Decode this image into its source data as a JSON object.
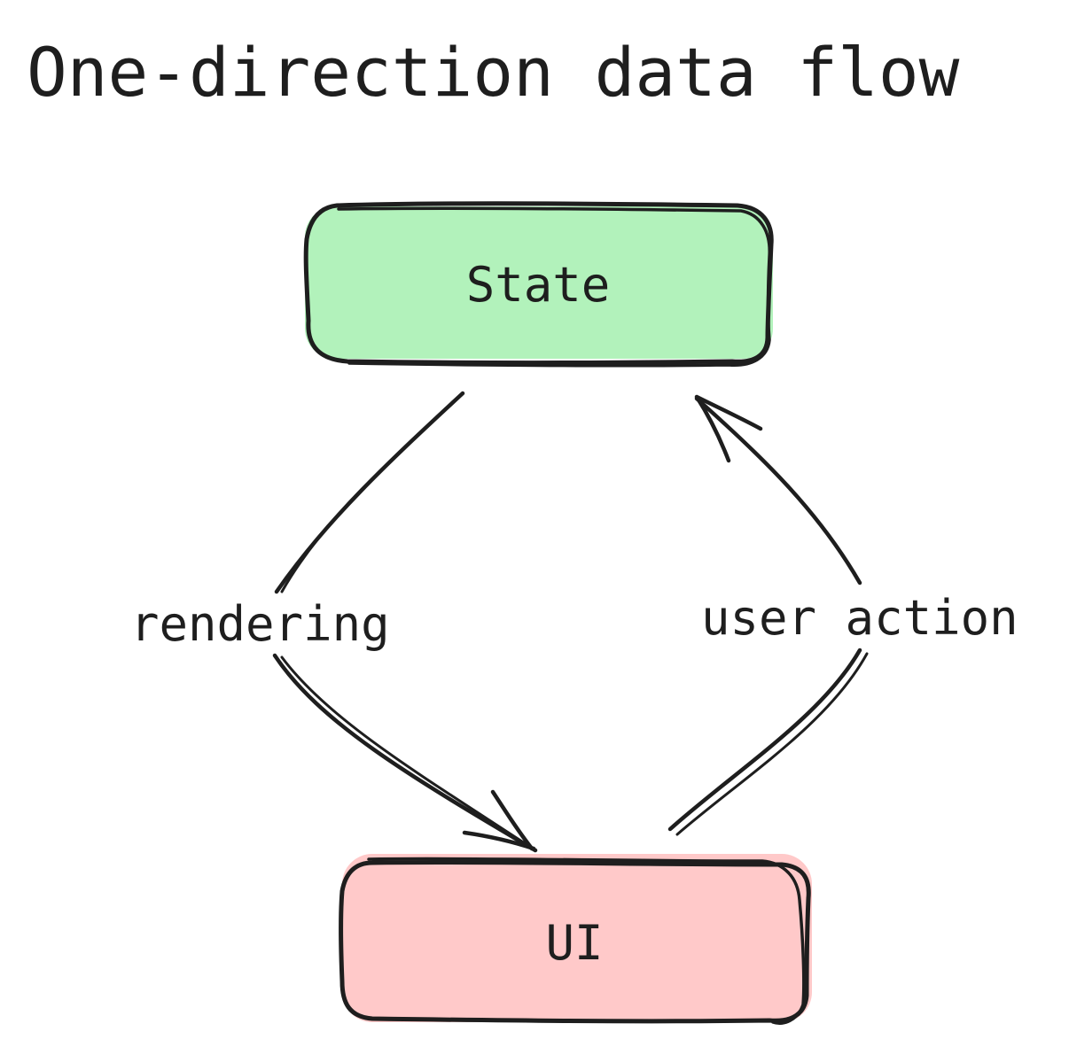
{
  "title": "One-direction data flow",
  "nodes": {
    "state": {
      "label": "State",
      "fill": "#b2f2bb"
    },
    "ui": {
      "label": "UI",
      "fill": "#ffc9c9"
    }
  },
  "edges": {
    "rendering": {
      "label": "rendering",
      "from": "State",
      "to": "UI"
    },
    "user_action": {
      "label": "user action",
      "from": "UI",
      "to": "State"
    }
  },
  "colors": {
    "stroke": "#1e1e1e",
    "background": "#ffffff"
  }
}
